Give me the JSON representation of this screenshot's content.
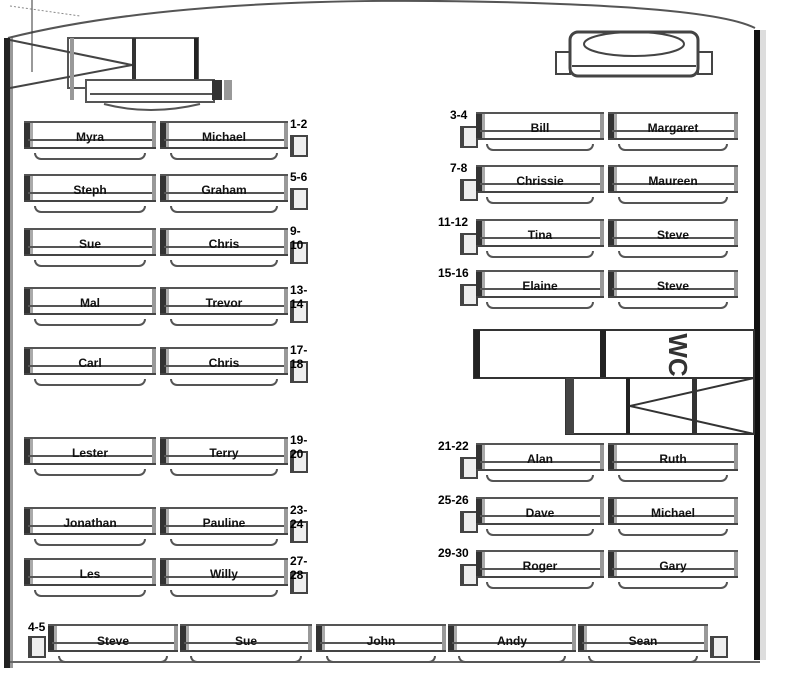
{
  "plan": {
    "left_rows": [
      {
        "numbers": "1-2",
        "seats": [
          "Myra",
          "Michael"
        ]
      },
      {
        "numbers": "5-6",
        "seats": [
          "Steph",
          "Graham"
        ]
      },
      {
        "numbers": "9-10",
        "seats": [
          "Sue",
          "Chris"
        ]
      },
      {
        "numbers": "13-14",
        "seats": [
          "Mal",
          "Trevor"
        ]
      },
      {
        "numbers": "17-18",
        "seats": [
          "Carl",
          "Chris"
        ]
      },
      {
        "numbers": "19-20",
        "seats": [
          "Lester",
          "Terry"
        ]
      },
      {
        "numbers": "23-24",
        "seats": [
          "Jonathan",
          "Pauline"
        ]
      },
      {
        "numbers": "27-28",
        "seats": [
          "Les",
          "Willy"
        ]
      }
    ],
    "right_rows": [
      {
        "numbers": "3-4",
        "seats": [
          "Bill",
          "Margaret"
        ]
      },
      {
        "numbers": "7-8",
        "seats": [
          "Chrissie",
          "Maureen"
        ]
      },
      {
        "numbers": "11-12",
        "seats": [
          "Tina",
          "Steve"
        ]
      },
      {
        "numbers": "15-16",
        "seats": [
          "Elaine",
          "Steve"
        ]
      },
      {
        "numbers": "21-22",
        "seats": [
          "Alan",
          "Ruth"
        ]
      },
      {
        "numbers": "25-26",
        "seats": [
          "Dave",
          "Michael"
        ]
      },
      {
        "numbers": "29-30",
        "seats": [
          "Roger",
          "Gary"
        ]
      }
    ],
    "back_row": {
      "numbers": "4-5",
      "seats": [
        "Steve",
        "Sue",
        "John",
        "Andy",
        "Sean"
      ]
    },
    "wc_label": "WC"
  }
}
